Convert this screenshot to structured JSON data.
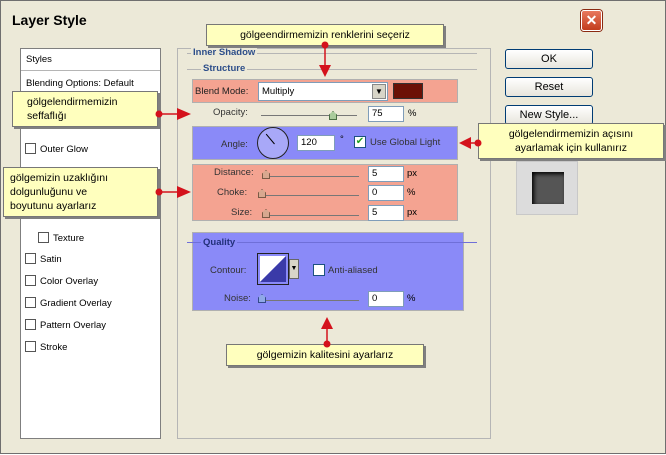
{
  "dialog": {
    "title": "Layer Style",
    "close_label": "✕"
  },
  "styles_list": {
    "header": "Styles",
    "blending": "Blending Options: Default",
    "items": [
      {
        "label": "Outer Glow"
      },
      {
        "label": "Texture"
      },
      {
        "label": "Satin"
      },
      {
        "label": "Color Overlay"
      },
      {
        "label": "Gradient Overlay"
      },
      {
        "label": "Pattern Overlay"
      },
      {
        "label": "Stroke"
      }
    ]
  },
  "inner_shadow": {
    "title": "Inner Shadow",
    "structure_title": "Structure",
    "blend_mode_label": "Blend Mode:",
    "blend_mode_value": "Multiply",
    "shadow_color": "#6b1106",
    "opacity_label": "Opacity:",
    "opacity_value": "75",
    "opacity_unit": "%",
    "opacity_level": 0.75,
    "angle_label": "Angle:",
    "angle_value": "120",
    "angle_unit": "°",
    "global_light_label": "Use Global Light",
    "global_light_checked": true,
    "distance_label": "Distance:",
    "distance_value": "5",
    "distance_unit": "px",
    "choke_label": "Choke:",
    "choke_value": "0",
    "choke_unit": "%",
    "size_label": "Size:",
    "size_value": "5",
    "size_unit": "px",
    "quality_title": "Quality",
    "contour_label": "Contour:",
    "anti_aliased_label": "Anti-aliased",
    "noise_label": "Noise:",
    "noise_value": "0",
    "noise_unit": "%"
  },
  "buttons": {
    "ok": "OK",
    "reset": "Reset",
    "new_style": "New Style..."
  },
  "callouts": {
    "color": "gölgeendirmemizin renklerini seçeriz",
    "opacity_line1": "gölgelendirmemizin",
    "opacity_line2": "seffaflığı",
    "angle_line1": "gölgelendirmemizin açısını",
    "angle_line2": "ayarlamak için kullanırız",
    "distance_line1": "gölgemizin uzaklığını",
    "distance_line2": "dolgunluğunu ve",
    "distance_line3": "boyutunu ayarlarız",
    "quality": "gölgemizin kalitesini ayarlarız"
  },
  "colors": {
    "highlight_salmon": "#f4a391",
    "highlight_blue": "#8a8af8",
    "arrow_red": "#d4121c"
  }
}
